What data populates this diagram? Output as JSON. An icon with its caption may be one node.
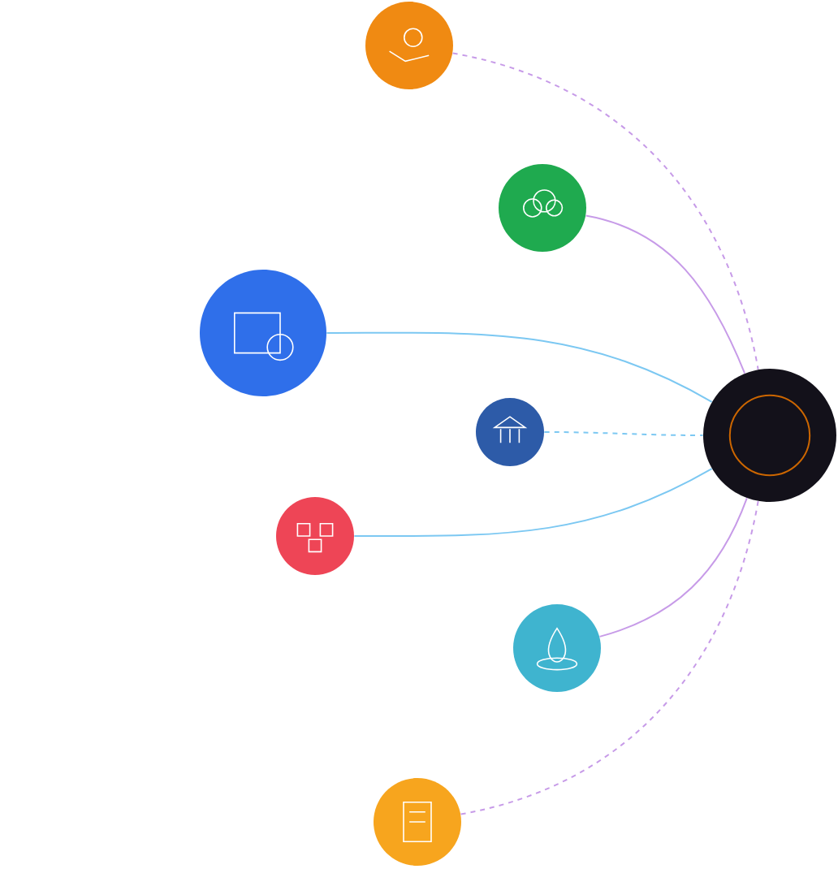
{
  "diagram": {
    "nodes": [
      {
        "text": [],
        "shape": "circle"
      },
      {
        "text": [],
        "shape": "circle"
      },
      {
        "text": [],
        "shape": "circle"
      },
      {
        "text": [],
        "shape": "circle"
      },
      {
        "text": [],
        "shape": "circle"
      },
      {
        "text": [],
        "shape": "circle"
      },
      {
        "text": [],
        "shape": "circle"
      },
      {
        "text": [],
        "shape": "circle"
      }
    ],
    "edges": [
      {
        "from": 0,
        "to": 7,
        "arrow": "none",
        "style": "dashed"
      },
      {
        "from": 1,
        "to": 7,
        "arrow": "none"
      },
      {
        "from": 2,
        "to": 7,
        "arrow": "none",
        "color": "#7cc8f2"
      },
      {
        "from": 3,
        "to": 7,
        "arrow": "none",
        "style": "dashed",
        "color": "#7cc8f2"
      },
      {
        "from": 4,
        "to": 7,
        "arrow": "none",
        "color": "#7cc8f2"
      },
      {
        "from": 5,
        "to": 7,
        "arrow": "none"
      },
      {
        "from": 6,
        "to": 7,
        "arrow": "none",
        "style": "dashed"
      }
    ]
  }
}
